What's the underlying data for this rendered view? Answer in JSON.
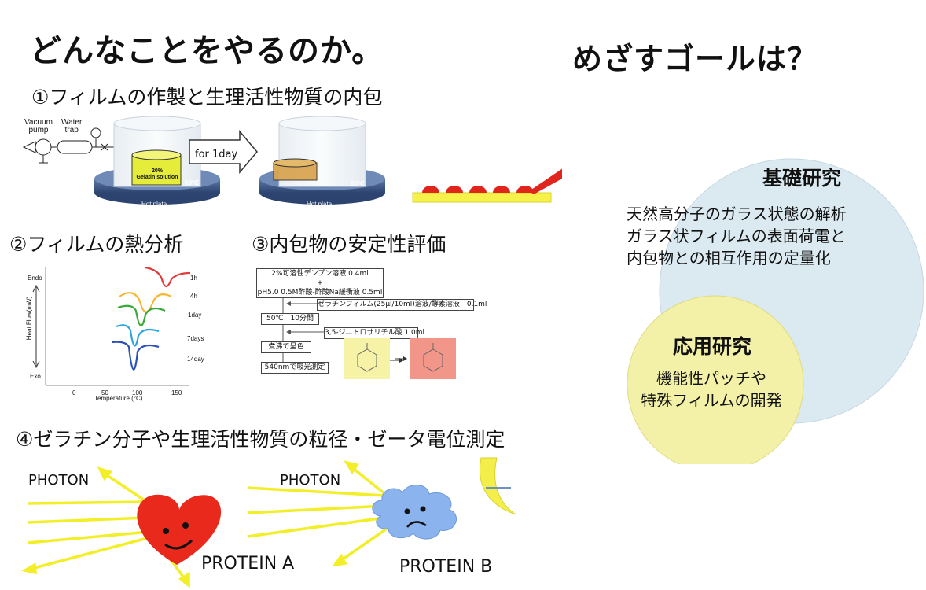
{
  "page": {
    "left_title": "どんなことをやるのか。",
    "right_title": "めざすゴールは？"
  },
  "sections": {
    "s1": "①フィルムの作製と生理活性物質の内包",
    "s2": "②フィルムの熱分析",
    "s3": "③内包物の安定性評価",
    "s4": "④ゼラチン分子や生理活性物質の粒径・ゼータ電位測定"
  },
  "film_prep": {
    "vacuum_pump": [
      "Vacuum",
      "pump"
    ],
    "water_trap": [
      "Water",
      "trap"
    ],
    "solution_label": [
      "20%",
      "Gelatin solution"
    ],
    "temperature_1": "60°C",
    "temperature_2": "60°C",
    "hot_plate_1": "Hot plate",
    "hot_plate_2": "Hot plate",
    "arrow_label": "for 1day"
  },
  "thermal": {
    "endo": "Endo",
    "exo": "Exo",
    "ylabel": "Heat Flow(mW)",
    "xlabel": "Temperature (°C)",
    "ticks": [
      "0",
      "50",
      "100",
      "150"
    ],
    "curve_labels": [
      "1h",
      "4h",
      "1day",
      "7days",
      "14day"
    ],
    "colors": [
      "#e23b3b",
      "#f5b731",
      "#39a939",
      "#2aa3df",
      "#2d4fb8"
    ]
  },
  "assay": {
    "step1": [
      "2%可溶性デンプン溶液 0.4ml",
      "+",
      "pH5.0 0.5M酢酸-酢酸Na緩衝液 0.5ml"
    ],
    "add1": "ゼラチンフィルム(25μl/10ml)溶液/酵素溶液　0.1ml",
    "step2": "50℃　10分間",
    "add2": "3,5-ジニトロサリチル酸 1.0ml",
    "step3": "煮沸で呈色",
    "step4": "540nmで吸光測定"
  },
  "scatter": {
    "photon_1": "PHOTON",
    "photon_2": "PHOTON",
    "protein_a": "PROTEIN A",
    "protein_b": "PROTEIN B"
  },
  "goal": {
    "basic_title": "基礎研究",
    "basic_lines": [
      "天然高分子のガラス状態の解析",
      "ガラス状フィルムの表面荷電と",
      "内包物との相互作用の定量化"
    ],
    "applied_title": "応用研究",
    "applied_lines": [
      "機能性パッチや",
      "特殊フィルムの開発"
    ],
    "colors": {
      "basic": "#dbe9f0",
      "applied": "#f3f1a8"
    }
  }
}
